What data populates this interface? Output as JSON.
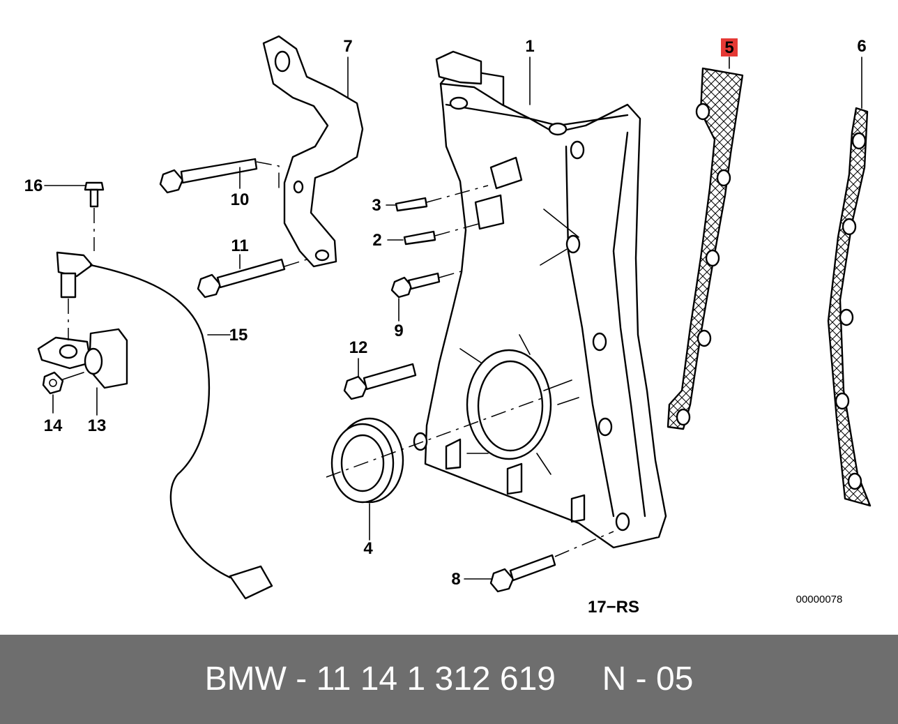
{
  "callouts": {
    "c1": "1",
    "c2": "2",
    "c3": "3",
    "c4": "4",
    "c5": "5",
    "c6": "6",
    "c7": "7",
    "c8": "8",
    "c9": "9",
    "c10": "10",
    "c11": "11",
    "c12": "12",
    "c13": "13",
    "c14": "14",
    "c15": "15",
    "c16": "16"
  },
  "highlight_color": "#e53935",
  "diagram_ref": "17−RS",
  "image_code": "00000078",
  "footer": {
    "text": "BMW - 11 14 1 312 619     N - 05",
    "background": "#6e6e6e",
    "color": "#ffffff"
  }
}
